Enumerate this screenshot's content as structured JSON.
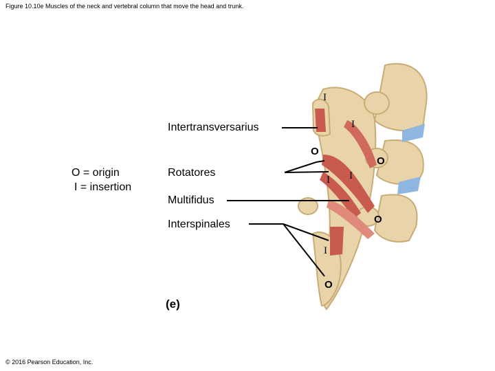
{
  "caption": "Figure 10.10e Muscles of the neck and vertebral column that move the head and trunk.",
  "legend": {
    "origin": "O = origin",
    "insertion": "I = insertion"
  },
  "labels": {
    "intertransversarius": "Intertransversarius",
    "rotatores": "Rotatores",
    "multifidus": "Multifidus",
    "interspinales": "Interspinales"
  },
  "markers": {
    "i1": "I",
    "i2": "I",
    "o1": "O",
    "o2": "O",
    "i3": "I",
    "i4": "I",
    "o3": "O",
    "i5": "I",
    "o4": "O"
  },
  "panel_letter": "(e)",
  "copyright": "© 2016 Pearson Education, Inc.",
  "colors": {
    "bone": "#e8d4a8",
    "bone_shadow": "#c9ab74",
    "muscle": "#c85a4e",
    "muscle_light": "#e08a7c",
    "disc": "#8fb6e0"
  }
}
